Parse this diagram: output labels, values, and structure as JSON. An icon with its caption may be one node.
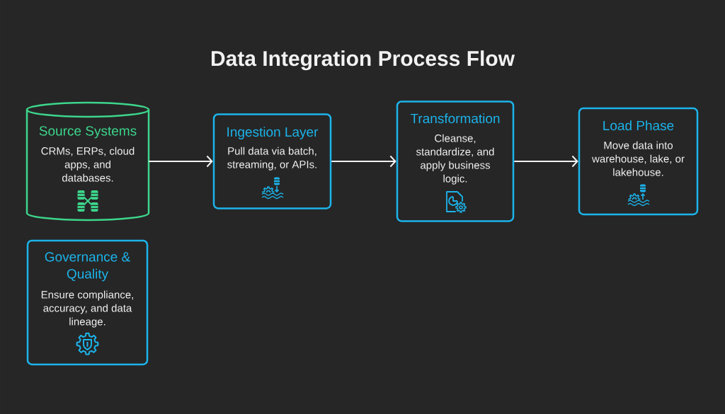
{
  "diagram": {
    "title": "Data Integration Process Flow",
    "nodes": [
      {
        "text": [
          "Source Systems",
          "CRMs, ERPs, cloud apps, and databases."
        ]
      },
      {
        "text": [
          "Ingestion Layer",
          "Pull data via batch, streaming, or APIs."
        ]
      },
      {
        "text": [
          "Transformation",
          "Cleanse, standardize, and apply business logic."
        ]
      },
      {
        "text": [
          "Load Phase",
          "Move data into warehouse, lake, or lakehouse."
        ]
      },
      {
        "text": [
          "Governance & Quality",
          "Ensure compliance, accuracy, and data lineage."
        ]
      }
    ],
    "edges": [
      {
        "from": 0,
        "to": 1,
        "arrow": "to"
      },
      {
        "from": 1,
        "to": 2,
        "arrow": "to"
      },
      {
        "from": 2,
        "to": 3,
        "arrow": "to"
      }
    ]
  }
}
